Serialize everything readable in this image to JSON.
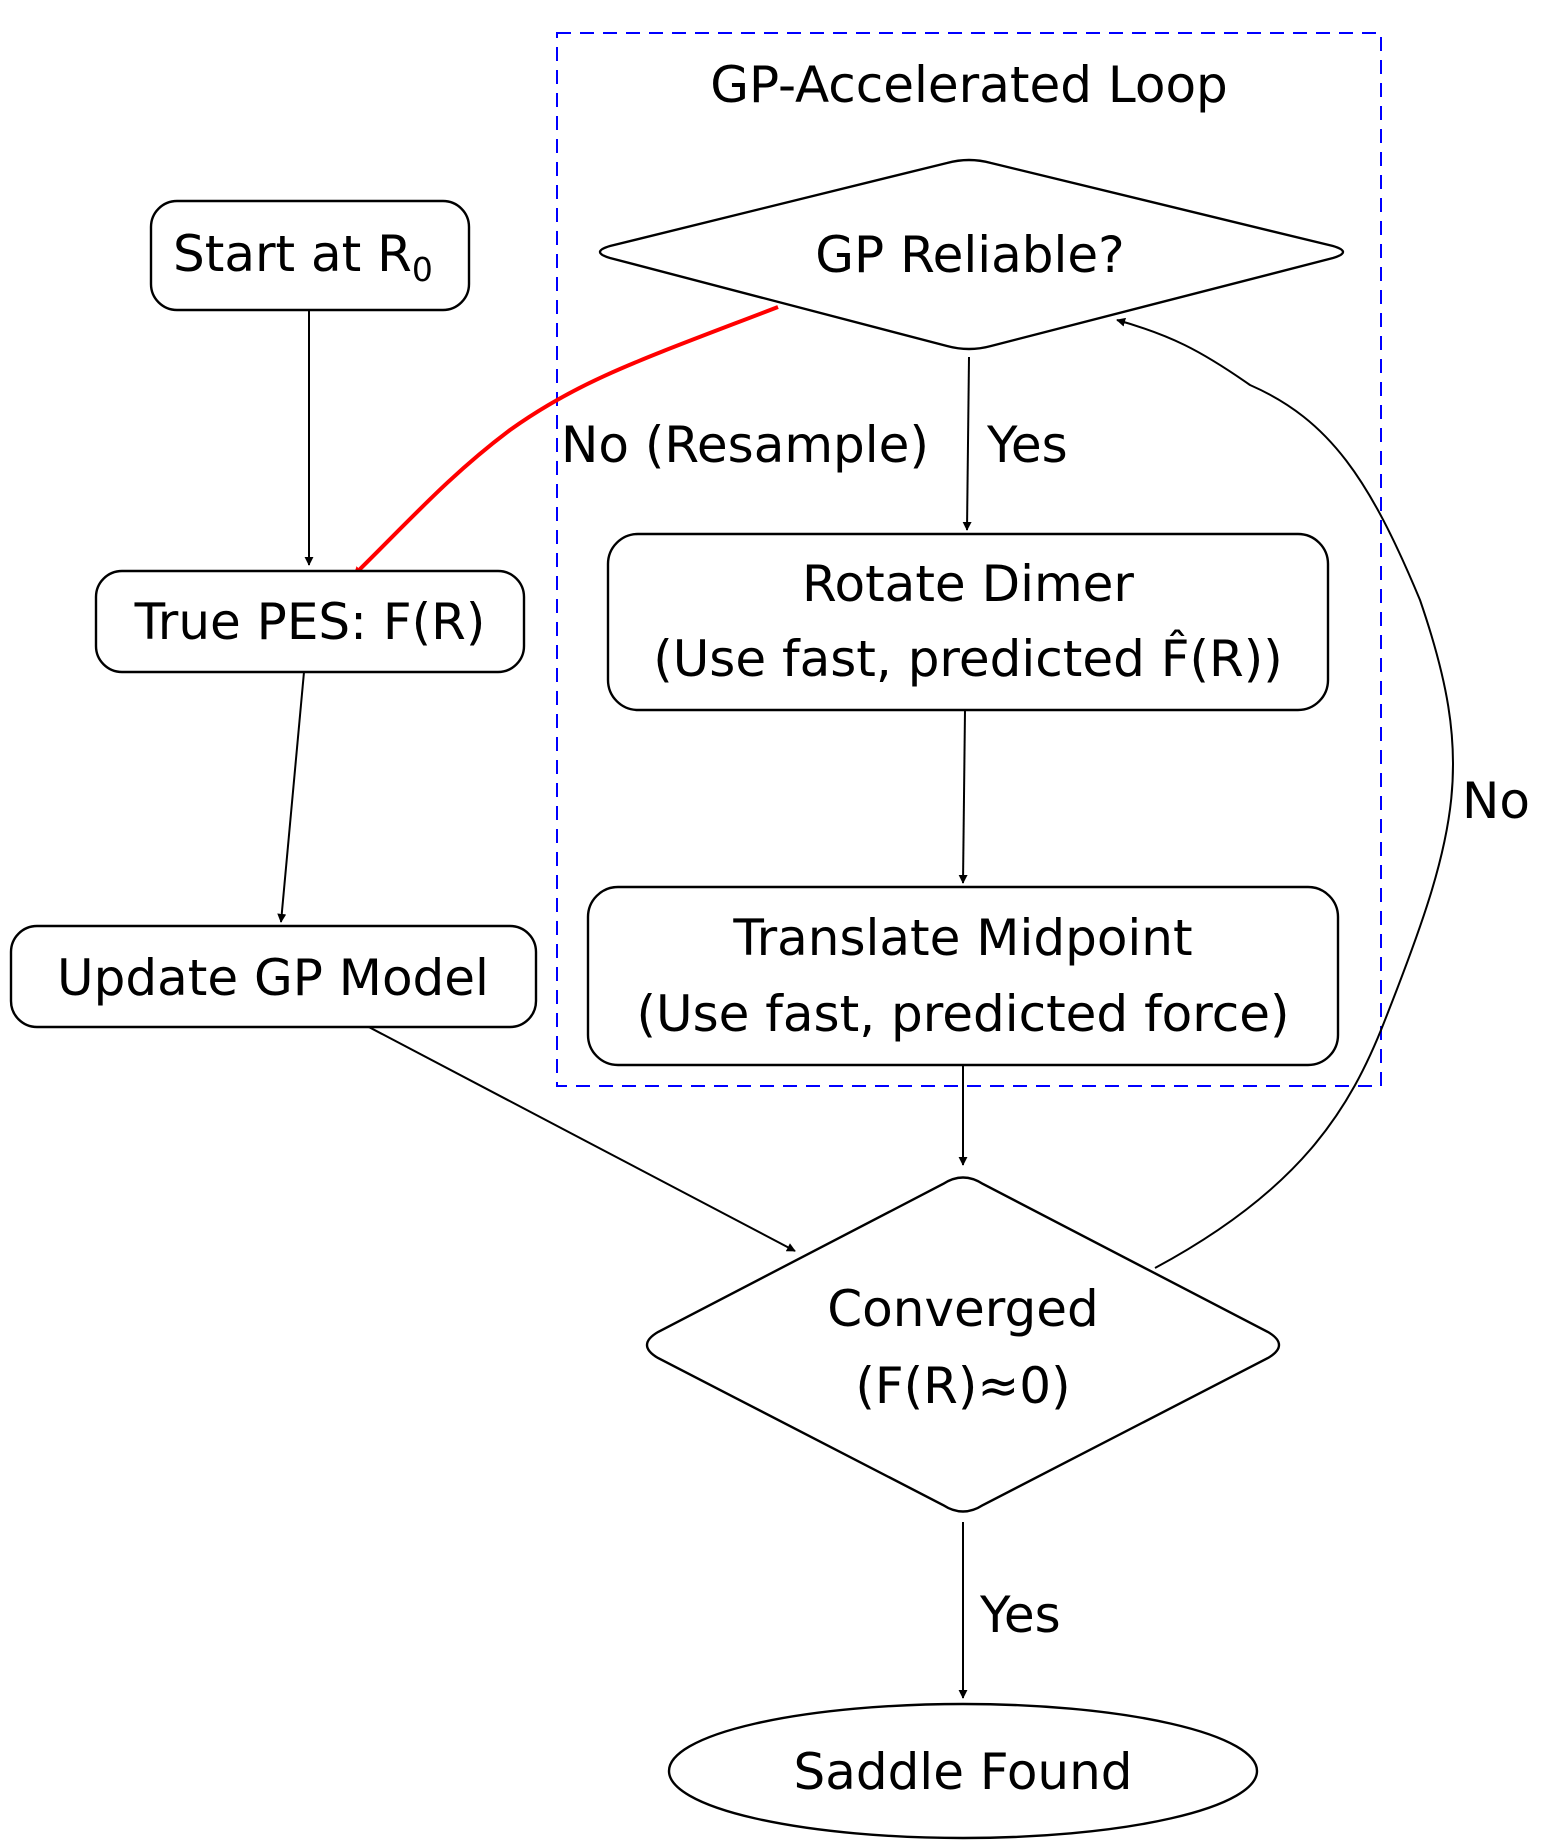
{
  "cluster": {
    "title": "GP-Accelerated Loop"
  },
  "nodes": {
    "start": {
      "label": "Start at R",
      "sub": "0"
    },
    "true_pes": {
      "label": "True PES: F(R)"
    },
    "update_gp": {
      "label": "Update GP Model"
    },
    "gp_reliable": {
      "label": "GP Reliable?"
    },
    "rotate": {
      "line1": "Rotate Dimer",
      "line2": "(Use fast, predicted F̂(R))"
    },
    "translate": {
      "line1": "Translate Midpoint",
      "line2": "(Use fast, predicted force)"
    },
    "converged": {
      "line1": "Converged",
      "line2": "(F(R)≈0)"
    },
    "saddle": {
      "label": "Saddle Found"
    }
  },
  "edges": {
    "no_resample": "No (Resample)",
    "yes_reliable": "Yes",
    "no_converged": "No",
    "yes_converged": "Yes"
  },
  "colors": {
    "cluster_border": "#0000ff",
    "resample_edge": "#ff0000",
    "stroke": "#000000"
  }
}
